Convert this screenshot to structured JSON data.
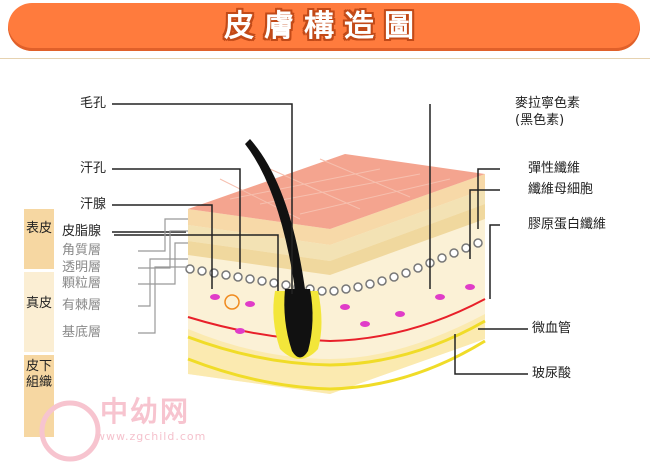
{
  "title": "皮膚構造圖",
  "labels": {
    "hair": "毛孔",
    "sweat_pore": "汗孔",
    "sweat_gland": "汗腺",
    "sebaceous": "皮脂腺",
    "keratin": "角質層",
    "transparent": "透明層",
    "granular": "顆粒層",
    "spinous": "有棘層",
    "basal": "基底層",
    "melanin": "麥拉寧色素",
    "melanin_note": "(黑色素)",
    "elastic": "彈性纖維",
    "fibroblast": "纖維母細胞",
    "collagen": "膠原蛋白纖維",
    "capillary": "微血管",
    "hyaluronic": "玻尿酸"
  },
  "side_labels": {
    "epidermis": "表皮",
    "dermis": "真皮",
    "hypodermis": "皮下組織"
  },
  "watermark": {
    "name": "中幼网",
    "url": "www.zgchild.com"
  },
  "colors": {
    "title_bg": "#ff7b3d",
    "surface": "#f4a48f",
    "epidermis": "#f7dcae",
    "dermis": "#fbf1d6",
    "cells": "#e03cc8",
    "capillary": "#e8202a",
    "fat_line": "#f0dc28",
    "hair": "#111111"
  }
}
